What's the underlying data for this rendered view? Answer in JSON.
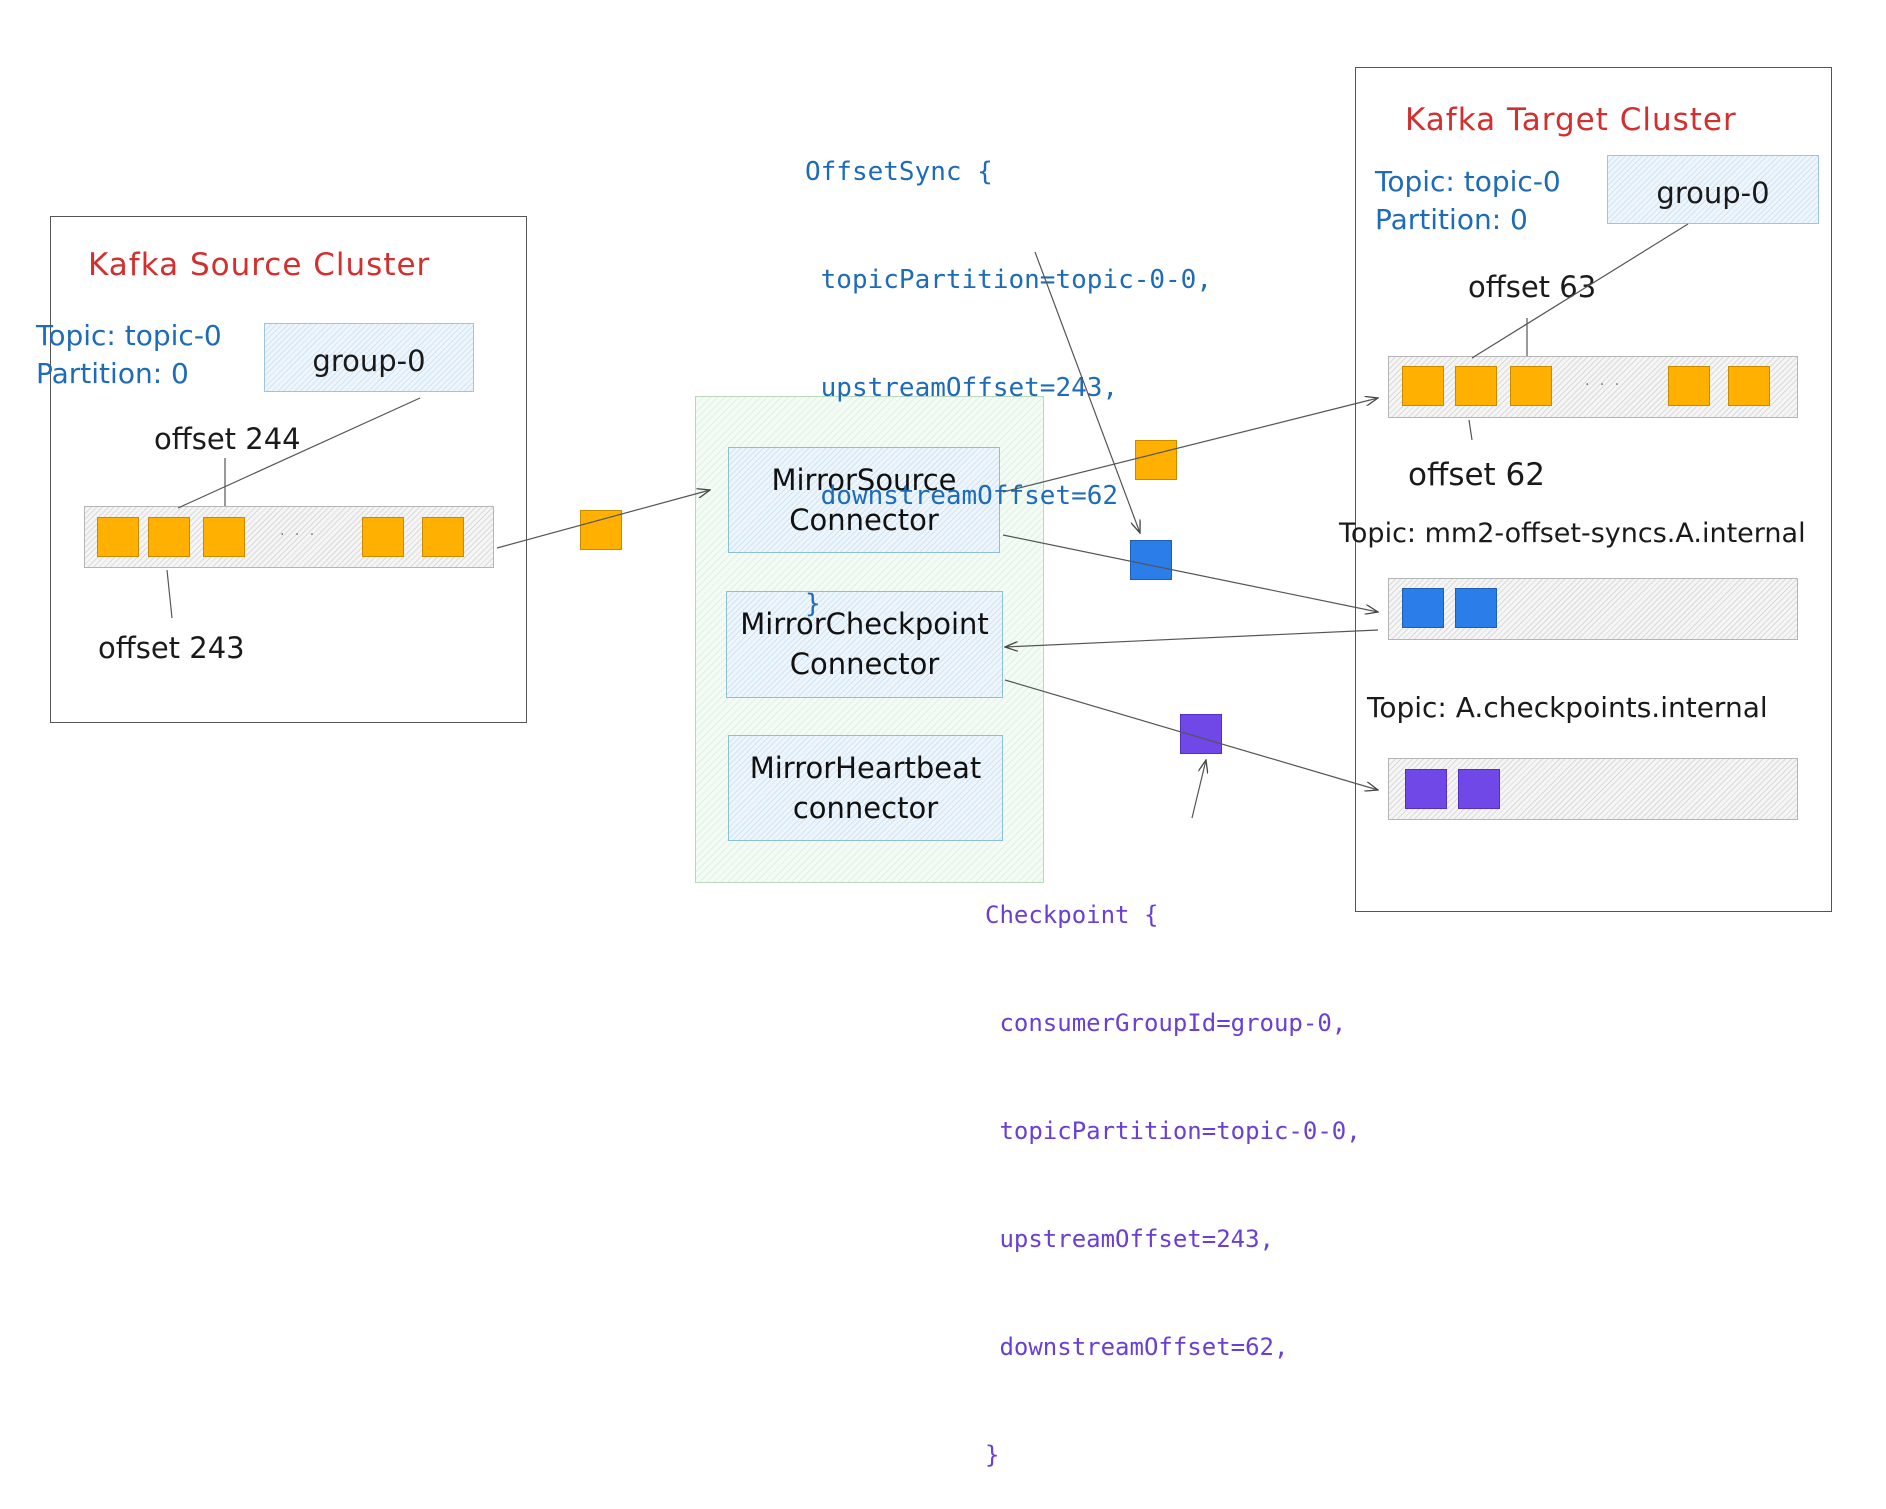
{
  "source_cluster": {
    "title": "Kafka Source Cluster",
    "topic_label": "Topic: topic-0",
    "partition_label": "Partition: 0",
    "group": "group-0",
    "offset_top": "offset 244",
    "offset_bottom": "offset 243",
    "dots": "· · ·"
  },
  "connect": {
    "mirror_source": [
      "MirrorSource",
      "Connector"
    ],
    "mirror_checkpoint": [
      "MirrorCheckpoint",
      "Connector"
    ],
    "mirror_heartbeat": [
      "MirrorHeartbeat",
      "connector"
    ]
  },
  "offset_sync": {
    "lines": [
      "OffsetSync {",
      " topicPartition=topic-0-0,",
      " upstreamOffset=243,",
      " downstreamOffset=62",
      "}"
    ]
  },
  "checkpoint": {
    "lines": [
      "Checkpoint {",
      " consumerGroupId=group-0,",
      " topicPartition=topic-0-0,",
      " upstreamOffset=243,",
      " downstreamOffset=62,",
      "}"
    ]
  },
  "target_cluster": {
    "title": "Kafka Target Cluster",
    "topic_label": "Topic: topic-0",
    "partition_label": "Partition: 0",
    "group": "group-0",
    "offset_top": "offset 63",
    "offset_bottom": "offset 62",
    "dots": "· · ·",
    "offset_syncs_topic": "Topic: mm2-offset-syncs.A.internal",
    "checkpoints_topic": "Topic: A.checkpoints.internal"
  },
  "colors": {
    "title_red": "#d32f2f",
    "label_blue": "#1e6bb8",
    "message_orange": "#ffb000",
    "message_blue": "#2b7de9",
    "message_purple": "#7048e8",
    "checkpoint_purple": "#6a3fd6"
  }
}
